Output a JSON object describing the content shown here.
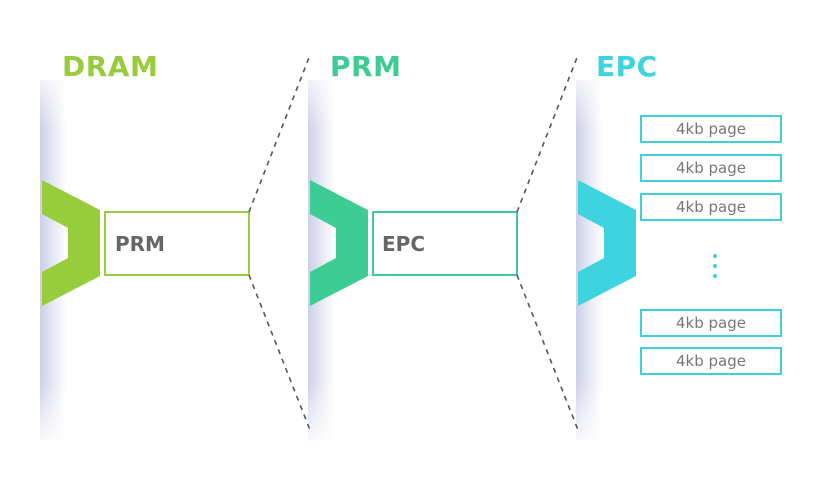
{
  "sections": [
    {
      "title": "DRAM",
      "color": "#97cc3c",
      "box_label": "PRM"
    },
    {
      "title": "PRM",
      "color": "#3dcc93",
      "box_label": "EPC"
    },
    {
      "title": "EPC",
      "color": "#3dd3df"
    }
  ],
  "pages": [
    "4kb page",
    "4kb page",
    "4kb page",
    "4kb page",
    "4kb page"
  ],
  "ellipsis": "⋮",
  "colors": {
    "text_gray": "#666666",
    "dashed_line": "#555555",
    "shadow": "#c9cde6"
  }
}
